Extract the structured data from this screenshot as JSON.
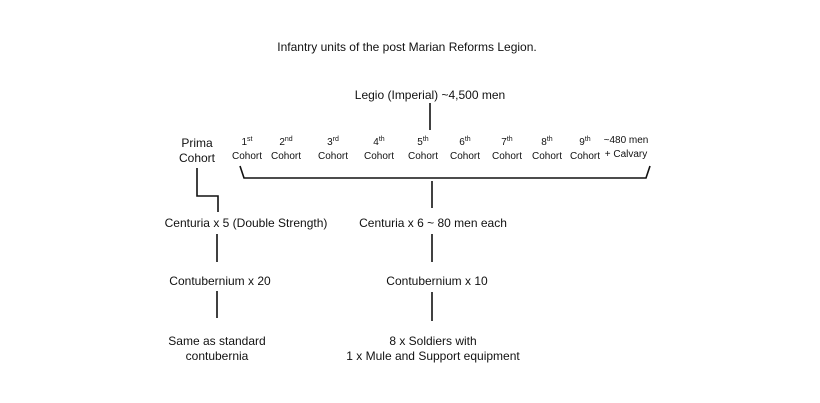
{
  "title": "Infantry units of the  post  Marian Reforms Legion.",
  "root": "Legio (Imperial) ~4,500 men",
  "prima_cohort": [
    "Prima",
    "Cohort"
  ],
  "cohorts": [
    {
      "num": "1",
      "suffix": "st",
      "label": "Cohort"
    },
    {
      "num": "2",
      "suffix": "nd",
      "label": "Cohort"
    },
    {
      "num": "3",
      "suffix": "rd",
      "label": "Cohort"
    },
    {
      "num": "4",
      "suffix": "th",
      "label": "Cohort"
    },
    {
      "num": "5",
      "suffix": "th",
      "label": "Cohort"
    },
    {
      "num": "6",
      "suffix": "th",
      "label": "Cohort"
    },
    {
      "num": "7",
      "suffix": "th",
      "label": "Cohort"
    },
    {
      "num": "8",
      "suffix": "th",
      "label": "Cohort"
    },
    {
      "num": "9",
      "suffix": "th",
      "label": "Cohort"
    }
  ],
  "cohort_size": [
    "~480 men",
    "+ Calvary"
  ],
  "left_branch": {
    "centuria": "Centuria x 5 (Double Strength)",
    "contubernium": "Contubernium x 20",
    "leaf": [
      "Same as standard",
      "contubernia"
    ]
  },
  "right_branch": {
    "centuria": "Centuria x 6 ~ 80 men each",
    "contubernium": "Contubernium x 10",
    "leaf": [
      "8 x Soldiers  with",
      "1 x Mule and Support equipment"
    ]
  }
}
